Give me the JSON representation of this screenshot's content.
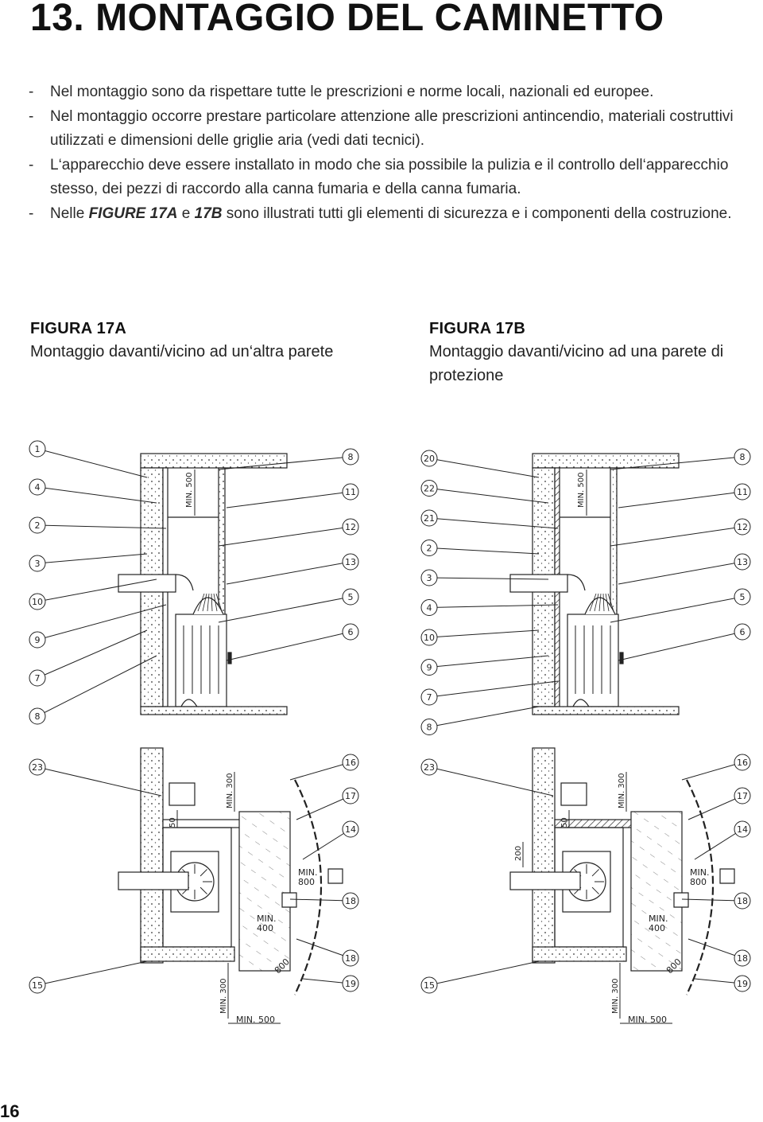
{
  "heading": "13.  MONTAGGIO DEL CAMINETTO",
  "bullets": [
    {
      "dash": "-",
      "parts": [
        "Nel montaggio sono da rispettare tutte le prescrizioni e norme locali, nazionali ed europee."
      ]
    },
    {
      "dash": "-",
      "parts": [
        "Nel montaggio occorre prestare particolare attenzione alle prescrizioni antincendio, materiali costruttivi utilizzati e dimensioni delle griglie aria (vedi dati tecnici)."
      ]
    },
    {
      "dash": "-",
      "parts": [
        "L‘apparecchio deve essere installato in modo che sia possibile la pulizia e il controllo dell‘apparecchio stesso, dei pezzi di raccordo alla canna fumaria e della canna fumaria."
      ]
    },
    {
      "dash": "-",
      "pre": "Nelle ",
      "b1": "FIGURE 17A",
      "mid": " e ",
      "b2": "17B",
      "post": " sono illustrati tutti gli elementi di sicurezza e i componenti della costruzione."
    }
  ],
  "figure_a": {
    "label": "FIGURA 17A",
    "caption": "Montaggio davanti/vicino ad un‘altra parete",
    "elev_callouts_left": [
      "1",
      "4",
      "2",
      "3",
      "10",
      "9",
      "7",
      "8"
    ],
    "elev_callouts_right": [
      "8",
      "11",
      "12",
      "13",
      "5",
      "6"
    ],
    "elev_dim": "MIN. 500",
    "plan_callouts_left": [
      "23",
      "15"
    ],
    "plan_callouts_right": [
      "16",
      "17",
      "14",
      "18",
      "18",
      "19"
    ],
    "plan_dims": {
      "d50": "50",
      "min300a": "MIN. 300",
      "min800": "MIN.\n800",
      "min400": "MIN.\n400",
      "d800": "800",
      "min300b": "MIN. 300",
      "min500": "MIN. 500"
    }
  },
  "figure_b": {
    "label": "FIGURA 17B",
    "caption": "Montaggio davanti/vicino ad una parete di protezione",
    "elev_callouts_left": [
      "20",
      "22",
      "21",
      "2",
      "3",
      "4",
      "10",
      "9",
      "7",
      "8"
    ],
    "elev_callouts_right": [
      "8",
      "11",
      "12",
      "13",
      "5",
      "6"
    ],
    "elev_dim": "MIN. 500",
    "plan_callouts_left": [
      "23",
      "15"
    ],
    "plan_callouts_right": [
      "16",
      "17",
      "14",
      "18",
      "18",
      "19"
    ],
    "plan_dims": {
      "d50": "50",
      "min300a": "MIN. 300",
      "d200": "200",
      "min800": "MIN.\n800",
      "min400": "MIN.\n400",
      "d800": "800",
      "min300b": "MIN. 300",
      "min500": "MIN. 500"
    }
  },
  "page_number": "16"
}
